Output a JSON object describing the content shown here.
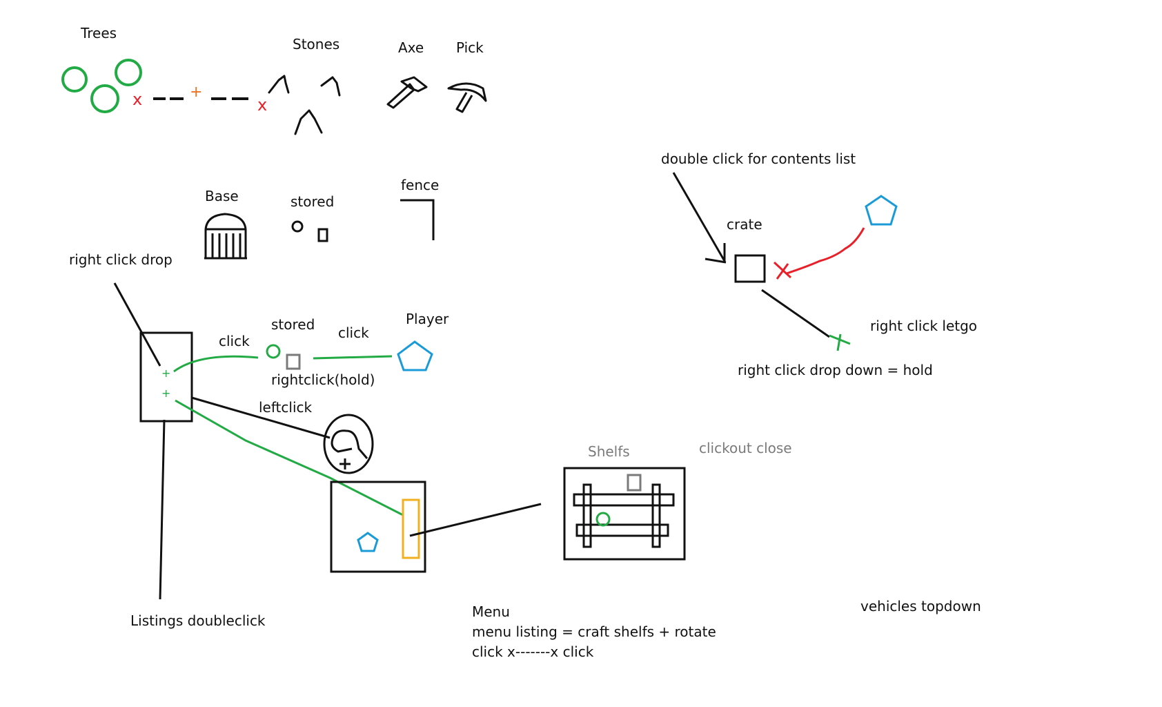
{
  "colors": {
    "ink": "#111111",
    "tree_green": "#22aa44",
    "link_green": "#22aa44",
    "marker_red": "#e8202a",
    "orange": "#f07020",
    "player_blue": "#1a9bd7",
    "shelf_gold": "#f0b020",
    "muted_gray": "#7a7a7a"
  },
  "labels": {
    "trees": "Trees",
    "stones": "Stones",
    "axe": "Axe",
    "pick": "Pick",
    "base": "Base",
    "stored_top": "stored",
    "fence": "fence",
    "double_click": "double click for contents list",
    "crate": "crate",
    "right_click_letgo": "right click letgo",
    "right_click_drop_down": "right click drop down = hold",
    "right_click_drop": "right click drop",
    "click_left": "click",
    "stored_mid": "stored",
    "click_right": "click",
    "player": "Player",
    "rightclick_hold": "rightclick(hold)",
    "leftclick": "leftclick",
    "shelfs": "Shelfs",
    "clickout_close": "clickout close",
    "listings_doubleclick": "Listings doubleclick",
    "vehicles_topdown": "vehicles topdown",
    "menu_title": "Menu",
    "menu_line1": "menu listing = craft shelfs + rotate",
    "menu_line2": "click x-------x click",
    "x_marker": "x",
    "plus_marker": "+"
  },
  "icons": [
    "tree-circle-icon",
    "stone-icon",
    "axe-icon",
    "pickaxe-icon",
    "base-building-icon",
    "fence-icon",
    "crate-icon",
    "player-pentagon-icon",
    "hand-cursor-icon",
    "shelf-icon"
  ]
}
